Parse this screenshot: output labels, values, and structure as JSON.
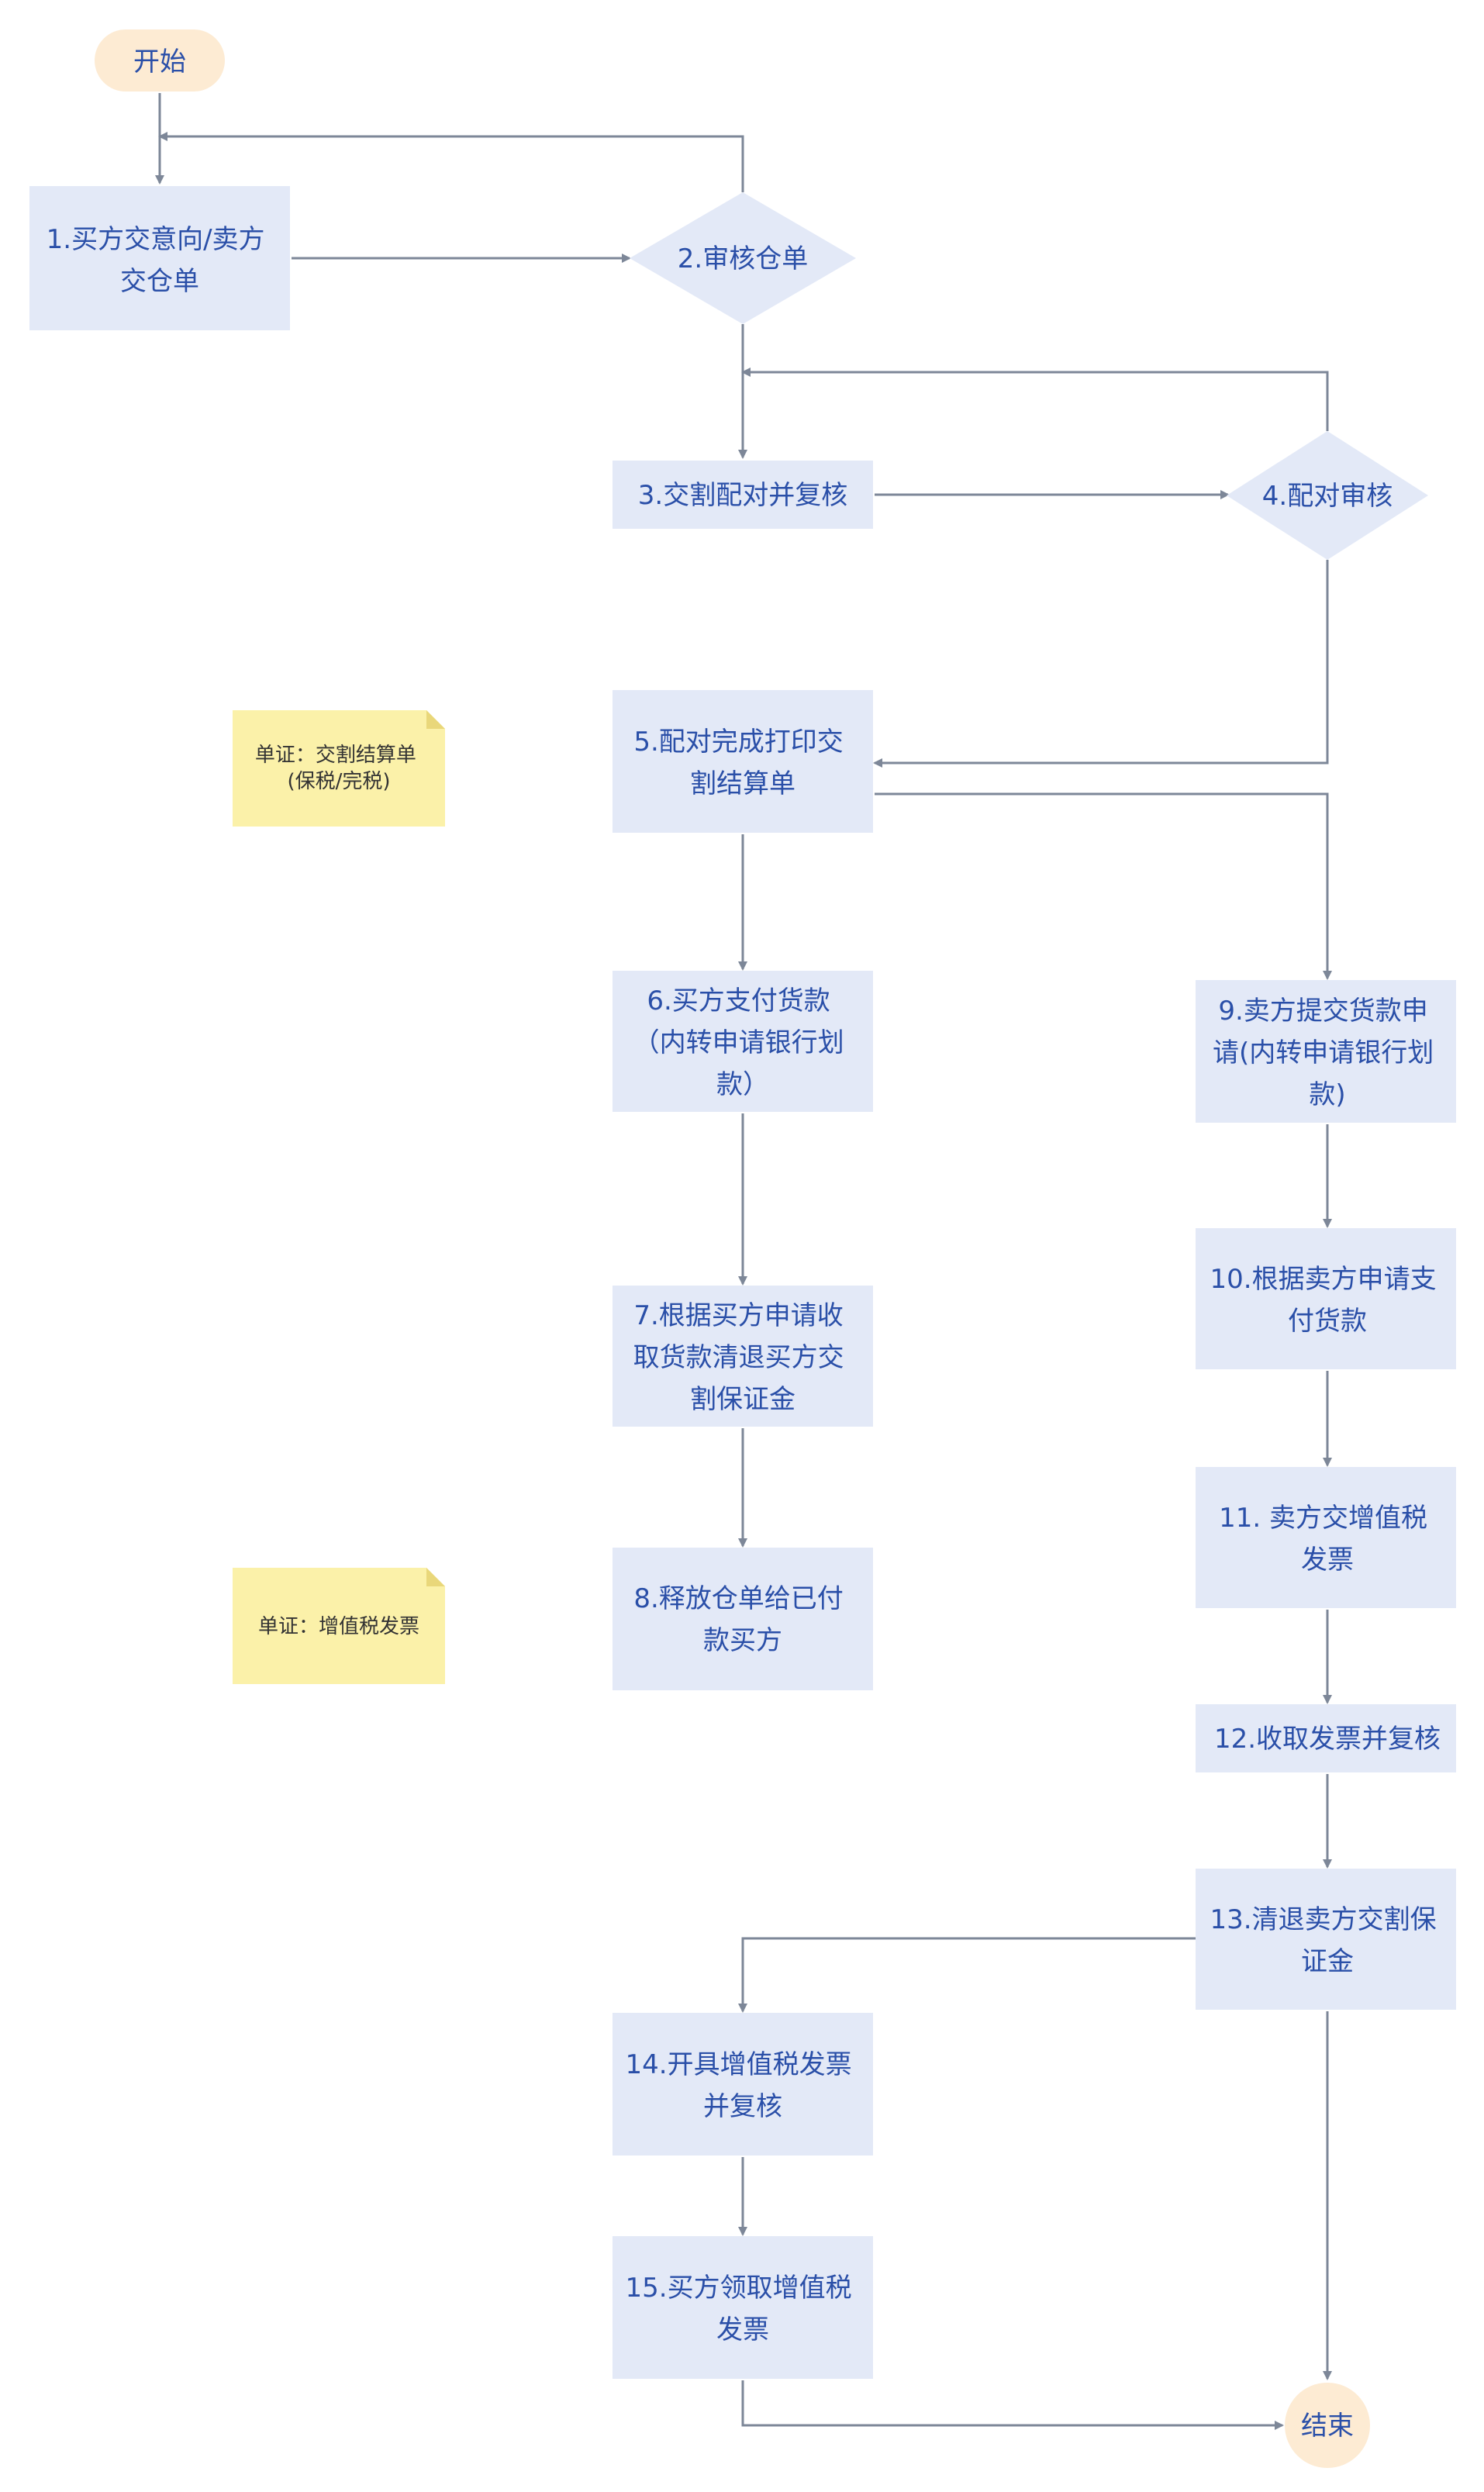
{
  "colors": {
    "process_fill": "#e3e9f7",
    "decision_fill": "#e3e9f7",
    "terminal_fill": "#fdebd3",
    "note_fill": "#fbf1a9",
    "note_fold": "#e9d77a",
    "text": "#2a4fa8",
    "edge": "#7d8798"
  },
  "nodes": {
    "start": {
      "label": "开始"
    },
    "n1": {
      "lines": [
        "1.买方交意向/卖方",
        "交仓单"
      ]
    },
    "n2": {
      "lines": [
        "2.审核仓单"
      ]
    },
    "n3": {
      "lines": [
        "3.交割配对并复核"
      ]
    },
    "n4": {
      "lines": [
        "4.配对审核"
      ]
    },
    "n5": {
      "lines": [
        "5.配对完成打印交",
        "割结算单"
      ]
    },
    "n6": {
      "lines": [
        "6.买方支付货款",
        "（内转申请银行划",
        "款）"
      ]
    },
    "n7": {
      "lines": [
        "7.根据买方申请收",
        "取货款清退买方交",
        "割保证金"
      ]
    },
    "n8": {
      "lines": [
        "8.释放仓单给已付",
        "款买方"
      ]
    },
    "n9": {
      "lines": [
        "9.卖方提交货款申",
        "请(内转申请银行划",
        "款)"
      ]
    },
    "n10": {
      "lines": [
        "10.根据卖方申请支",
        "付货款"
      ]
    },
    "n11": {
      "lines": [
        "11. 卖方交增值税",
        "发票"
      ]
    },
    "n12": {
      "lines": [
        "12.收取发票并复核"
      ]
    },
    "n13": {
      "lines": [
        "13.清退卖方交割保",
        "证金"
      ]
    },
    "n14": {
      "lines": [
        "14.开具增值税发票",
        "并复核"
      ]
    },
    "n15": {
      "lines": [
        "15.买方领取增值税",
        "发票"
      ]
    },
    "end": {
      "label": "结束"
    }
  },
  "notes": {
    "note1": {
      "lines": [
        "单证：交割结算单",
        "(保税/完税)"
      ]
    },
    "note2": {
      "lines": [
        "单证：增值税发票"
      ]
    }
  }
}
